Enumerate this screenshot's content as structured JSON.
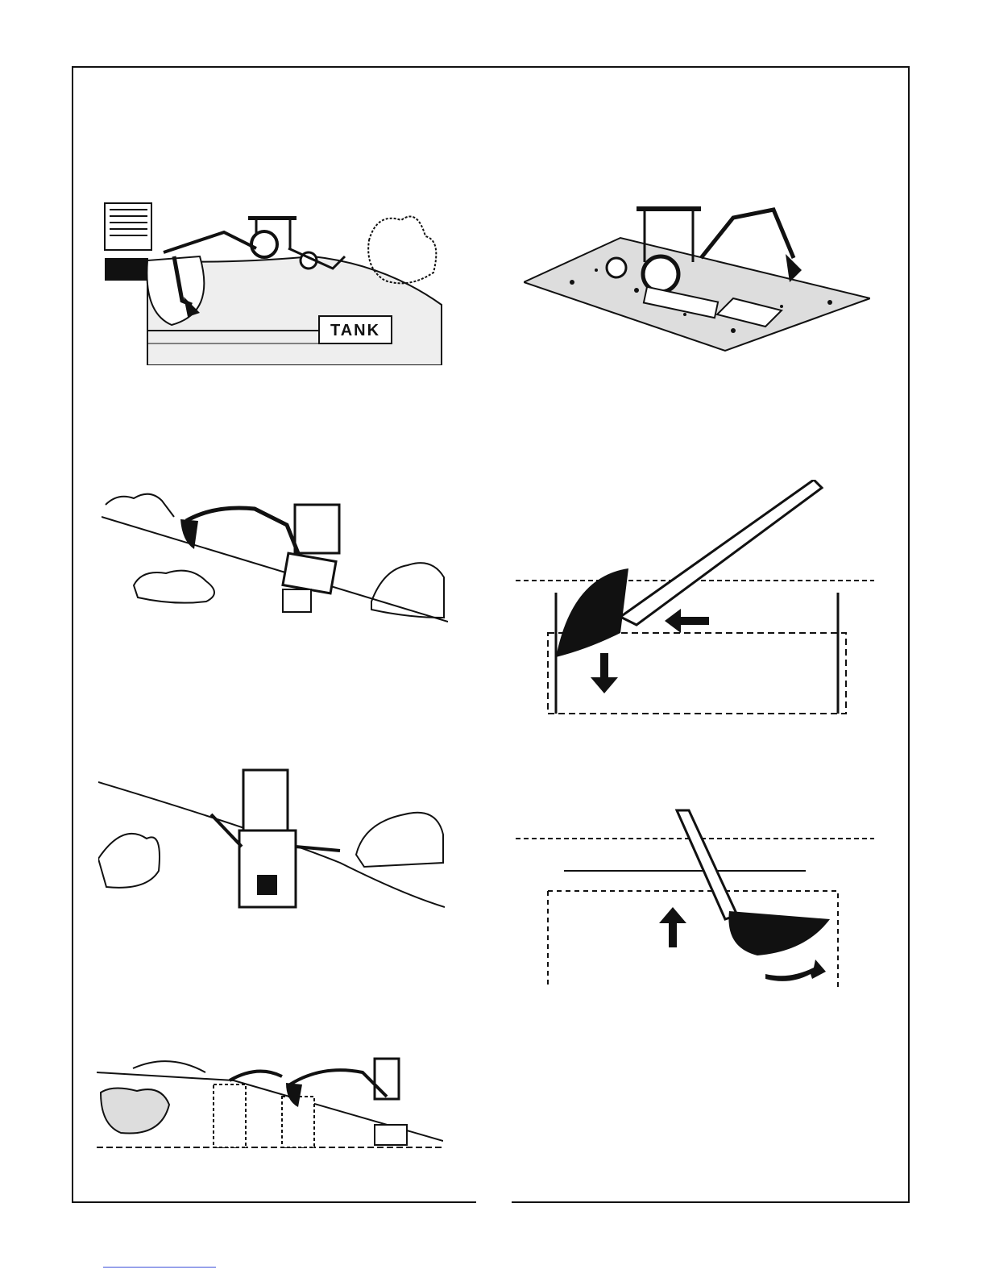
{
  "page": {
    "ink_color": "#111111",
    "link_color": "#3b4fd8"
  },
  "illustrations": [
    {
      "id": "tank-excavation",
      "label_text": "TANK"
    },
    {
      "id": "backhoe-on-stabilizers"
    },
    {
      "id": "digging-downhill-slope"
    },
    {
      "id": "bucket-cut-downward"
    },
    {
      "id": "digging-across-slope"
    },
    {
      "id": "bucket-curl-upward"
    },
    {
      "id": "trenching-downhill-sequence"
    }
  ]
}
